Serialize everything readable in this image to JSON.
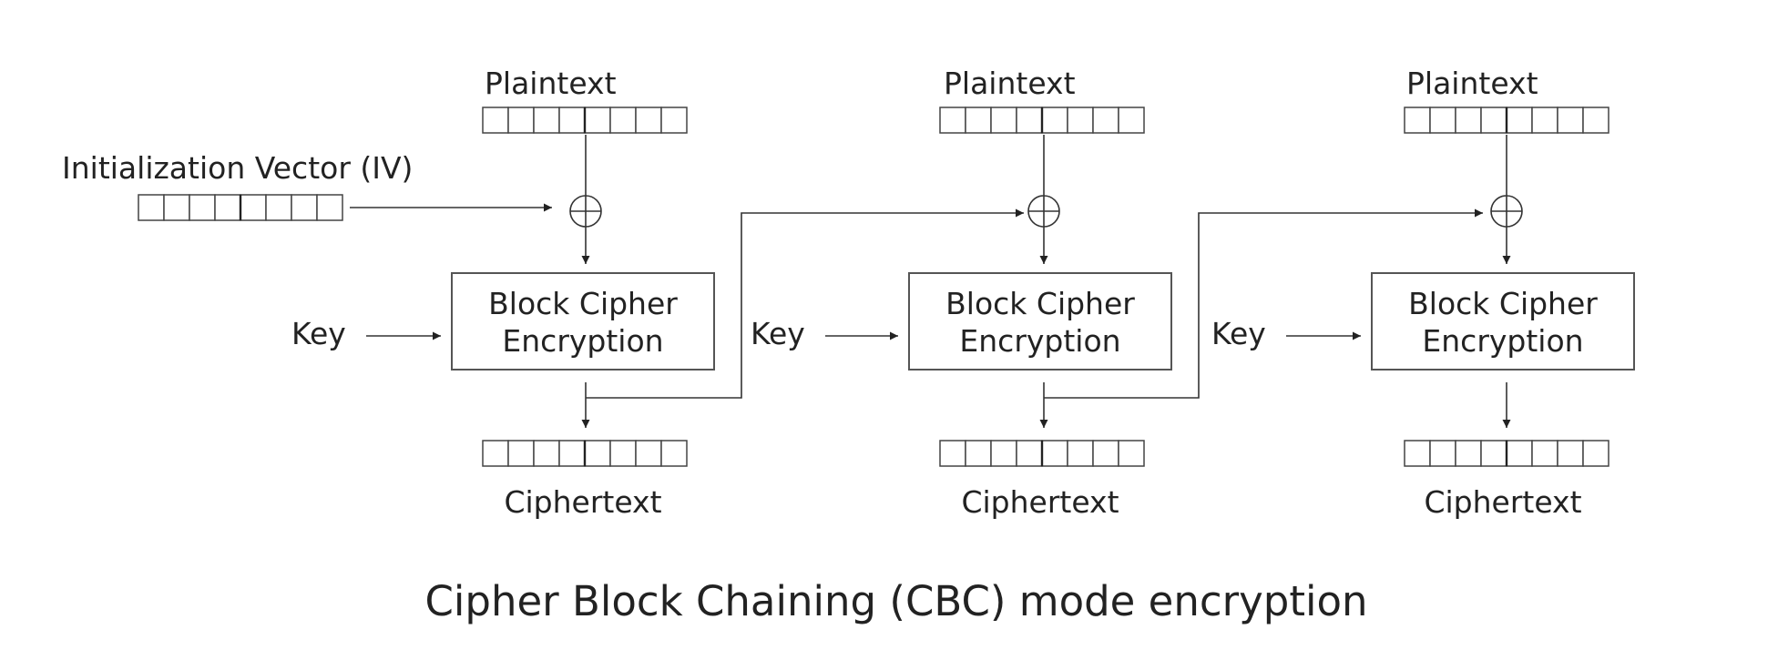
{
  "diagram": {
    "caption": "Cipher Block Chaining (CBC) mode encryption",
    "iv_label": "Initialization Vector (IV)",
    "stages": [
      {
        "plaintext_label": "Plaintext",
        "key_label": "Key",
        "cipher_line1": "Block Cipher",
        "cipher_line2": "Encryption",
        "ciphertext_label": "Ciphertext"
      },
      {
        "plaintext_label": "Plaintext",
        "key_label": "Key",
        "cipher_line1": "Block Cipher",
        "cipher_line2": "Encryption",
        "ciphertext_label": "Ciphertext"
      },
      {
        "plaintext_label": "Plaintext",
        "key_label": "Key",
        "cipher_line1": "Block Cipher",
        "cipher_line2": "Encryption",
        "ciphertext_label": "Ciphertext"
      }
    ],
    "colors": {
      "stroke": "#333333",
      "text": "#222222"
    },
    "icons": {
      "xor": "xor-icon",
      "arrow": "arrow-head-icon"
    }
  }
}
